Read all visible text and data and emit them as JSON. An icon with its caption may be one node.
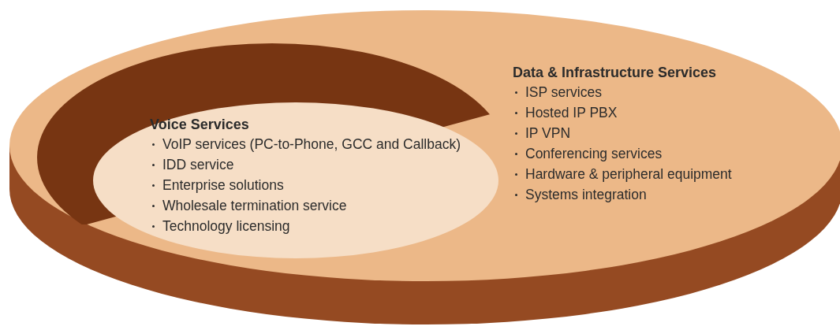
{
  "diagram": {
    "nodes": [
      {
        "text": [
          "Data & Infrastructure Services",
          "ISP services",
          "Hosted IP PBX",
          "IP VPN",
          "Conferencing services",
          "Hardware & peripheral equipment",
          "Systems integration"
        ]
      },
      {
        "text": [
          "Voice Services",
          "VoIP services (PC-to-Phone, GCC and Callback)",
          "IDD service",
          "Enterprise solutions",
          "Wholesale termination service",
          "Technology licensing"
        ],
        "in": 0
      }
    ]
  }
}
